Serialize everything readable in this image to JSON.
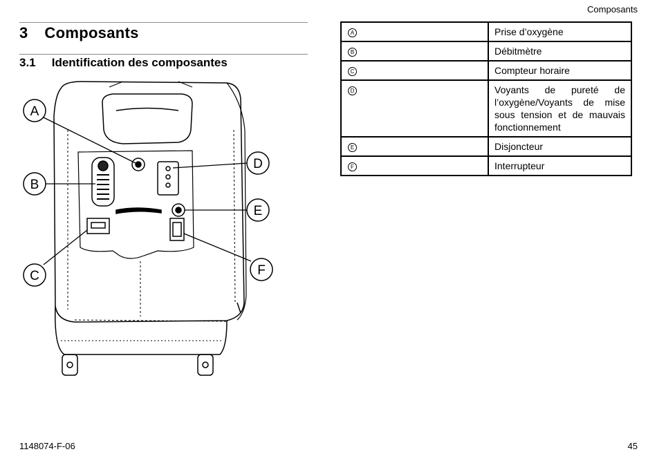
{
  "header": {
    "running_title": "Composants"
  },
  "chapter": {
    "number": "3",
    "title": "Composants"
  },
  "section": {
    "number": "3.1",
    "title": "Identification des composantes"
  },
  "figure": {
    "callouts": [
      "A",
      "B",
      "C",
      "D",
      "E",
      "F"
    ]
  },
  "parts_table": {
    "rows": [
      {
        "key": "A",
        "label": "Prise d’oxygène"
      },
      {
        "key": "B",
        "label": "Débitmètre"
      },
      {
        "key": "C",
        "label": "Compteur horaire"
      },
      {
        "key": "D",
        "label": "Voyants de pureté de l’oxygène/Voyants de mise sous tension et de mauvais fonctionnement"
      },
      {
        "key": "E",
        "label": "Disjoncteur"
      },
      {
        "key": "F",
        "label": "Interrupteur"
      }
    ]
  },
  "footer": {
    "doc_id": "1148074-F-06",
    "page": "45"
  }
}
